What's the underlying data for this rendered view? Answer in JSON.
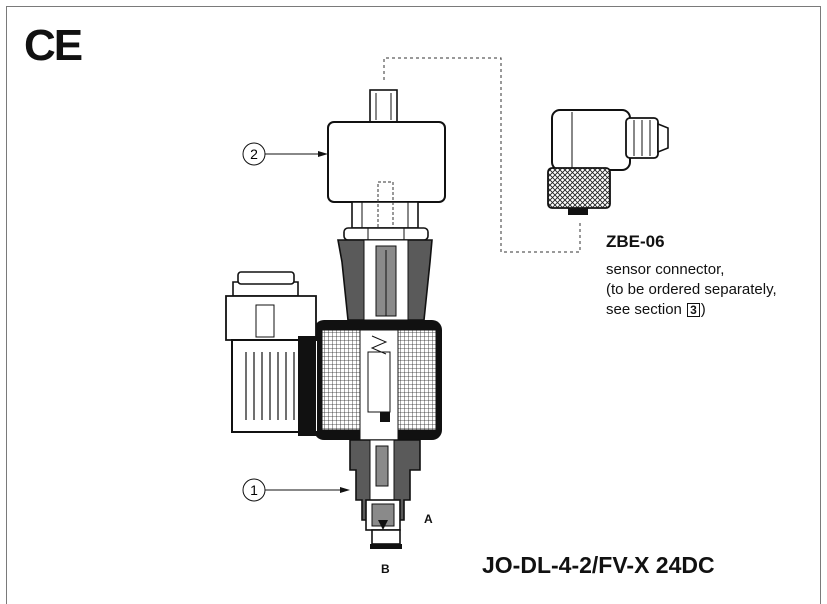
{
  "ce_mark": "CE",
  "connector": {
    "code": "ZBE-06",
    "description_lines": [
      "sensor connector,",
      "(to be ordered separately,"
    ],
    "section_prefix": "see section",
    "section_number": "3",
    "section_suffix": ")"
  },
  "callouts": [
    "1",
    "2"
  ],
  "ports": {
    "a": "A",
    "b": "B"
  },
  "model": "JO-DL-4-2/FV-X 24DC"
}
